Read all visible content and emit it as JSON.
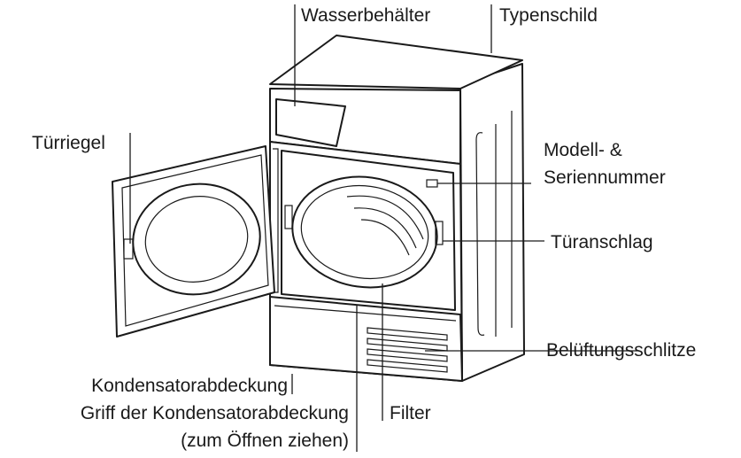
{
  "labels": {
    "wasserbehaelter": "Wasserbehälter",
    "typenschild": "Typenschild",
    "tuerriegel": "Türriegel",
    "modell_line1": "Modell- &",
    "modell_line2": "Seriennummer",
    "tueranschlag": "Türanschlag",
    "belueftung": "Belüftungsschlitze",
    "kondensatorabdeckung": "Kondensatorabdeckung",
    "griff_line1": "Griff der Kondensatorabdeckung",
    "griff_line2": "(zum Öffnen ziehen)",
    "filter": "Filter"
  },
  "colors": {
    "line": "#1a1a1a",
    "background": "#ffffff"
  }
}
